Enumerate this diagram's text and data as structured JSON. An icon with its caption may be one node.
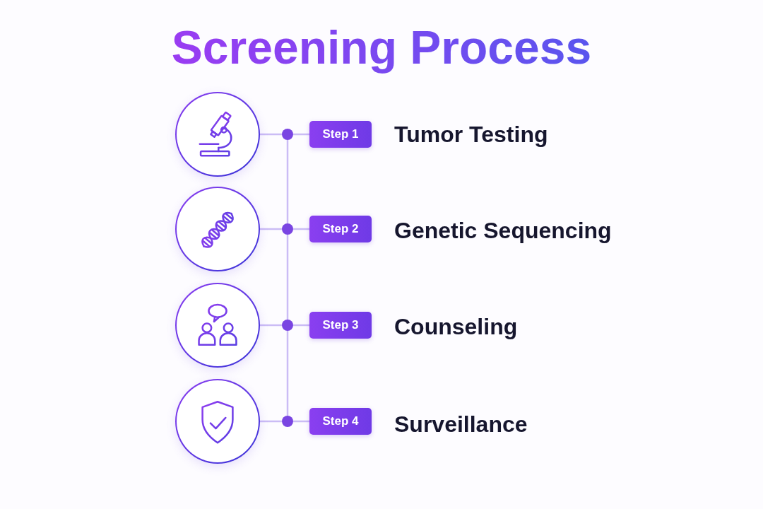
{
  "diagram": {
    "title": "Screening Process",
    "nodes": [
      {
        "text": [],
        "shape": "circle"
      },
      {
        "text": [],
        "shape": "dot"
      },
      {
        "text": [
          "Step 1"
        ],
        "beside": [
          "Tumor Testing"
        ]
      },
      {
        "text": [],
        "shape": "circle"
      },
      {
        "text": [],
        "shape": "dot"
      },
      {
        "text": [
          "Step 2"
        ],
        "beside": [
          "Genetic Sequencing"
        ]
      },
      {
        "text": [],
        "shape": "circle"
      },
      {
        "text": [],
        "shape": "dot"
      },
      {
        "text": [
          "Step 3"
        ],
        "beside": [
          "Counseling"
        ]
      },
      {
        "text": [],
        "shape": "circle"
      },
      {
        "text": [],
        "shape": "dot"
      },
      {
        "text": [
          "Step 4"
        ],
        "beside": [
          "Surveillance"
        ]
      }
    ],
    "edges": [
      {
        "from": 0,
        "to": 1,
        "arrow": "none"
      },
      {
        "from": 1,
        "to": 2,
        "arrow": "none"
      },
      {
        "from": 3,
        "to": 4,
        "arrow": "none"
      },
      {
        "from": 4,
        "to": 5,
        "arrow": "none"
      },
      {
        "from": 6,
        "to": 7,
        "arrow": "none"
      },
      {
        "from": 7,
        "to": 8,
        "arrow": "none"
      },
      {
        "from": 9,
        "to": 10,
        "arrow": "none"
      },
      {
        "from": 10,
        "to": 11,
        "arrow": "none"
      },
      {
        "from": 1,
        "to": 4,
        "arrow": "none"
      },
      {
        "from": 4,
        "to": 7,
        "arrow": "none"
      },
      {
        "from": 7,
        "to": 10,
        "arrow": "none"
      }
    ]
  }
}
